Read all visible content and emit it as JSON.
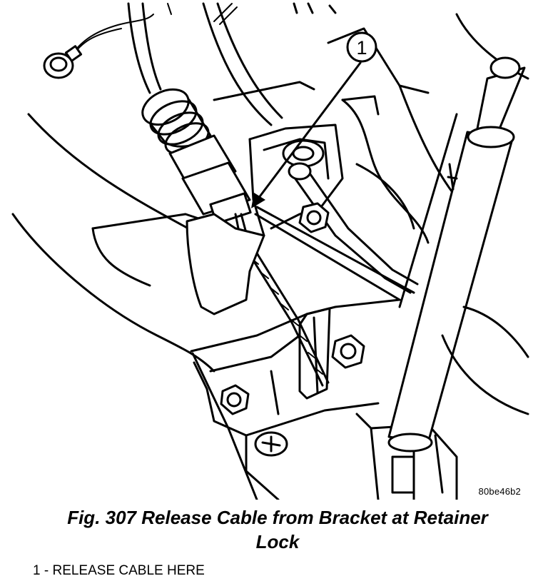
{
  "figure": {
    "callout_number": "1",
    "figure_id": "80be46b2"
  },
  "caption": {
    "line1": "Fig. 307 Release Cable from Bracket at Retainer",
    "line2": "Lock"
  },
  "legend": {
    "number": "1",
    "separator": " - ",
    "text": "RELEASE CABLE HERE"
  }
}
